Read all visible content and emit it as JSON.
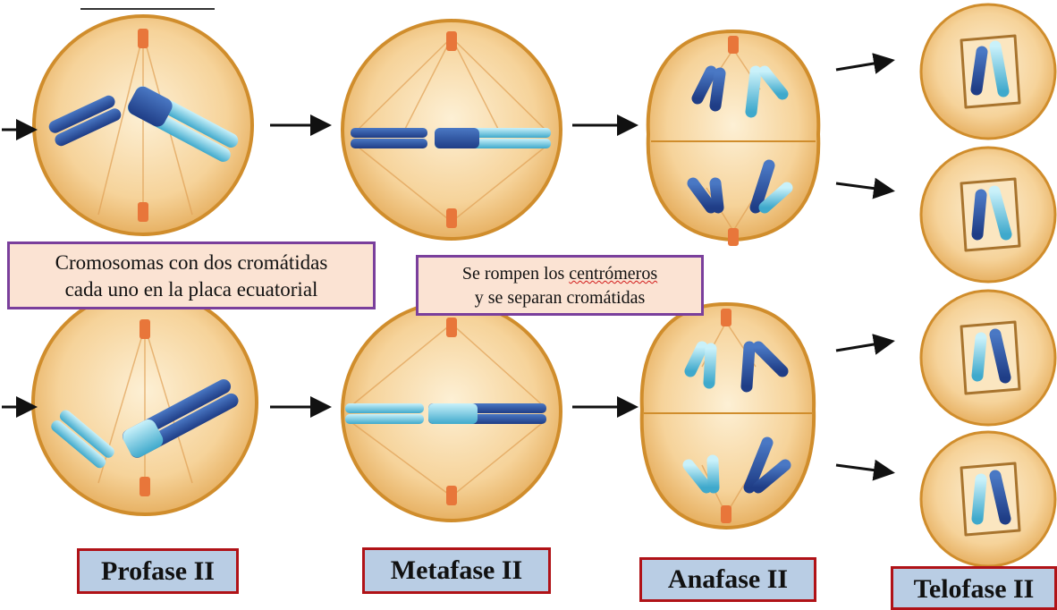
{
  "notes": {
    "profase_line1": "Cromosomas con dos cromátidas",
    "profase_line2": "cada uno en la placa ecuatorial",
    "metafase_line1_a": "Se rompen los ",
    "metafase_line1_b": "centrómeros",
    "metafase_line2": "y se separan cromátidas"
  },
  "phases": {
    "profase": "Profase II",
    "metafase": "Metafase II",
    "anafase": "Anafase II",
    "telofase": "Telofase II"
  },
  "colors": {
    "cell_fill": "#f6d39a",
    "cell_edge": "#d08d2c",
    "chromatid_dark": "#2d53a0",
    "chromatid_light": "#7fd5ea",
    "centrosome": "#e8763a",
    "note_border": "#7a3f9c",
    "phase_border": "#b01217",
    "phase_fill": "#b9cde4"
  }
}
